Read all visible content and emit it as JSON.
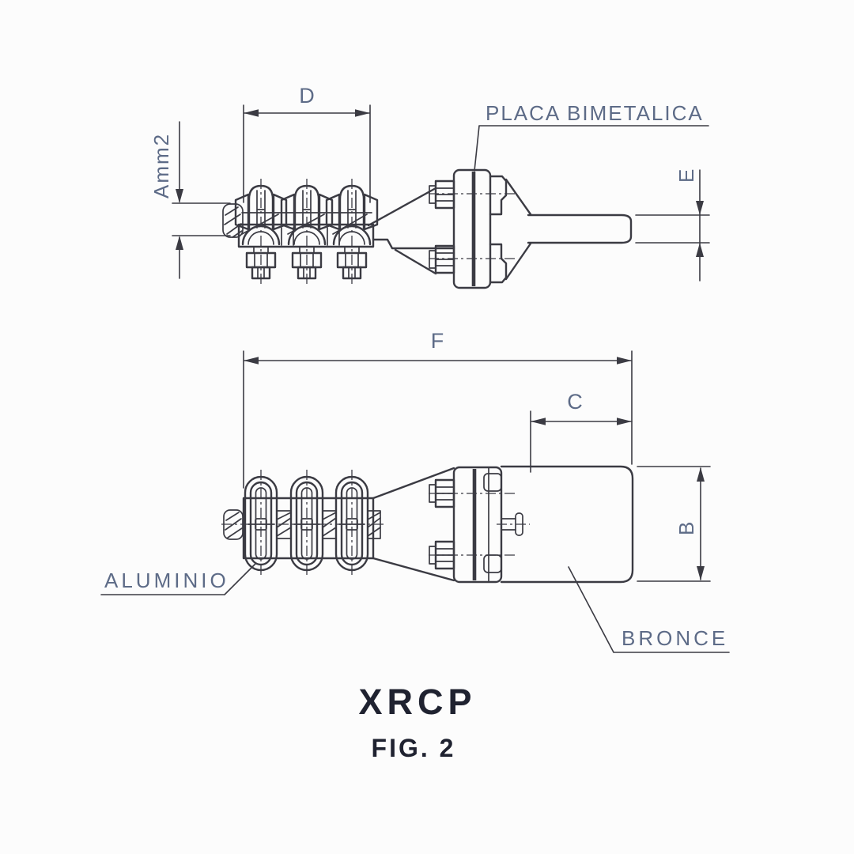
{
  "page": {
    "background": "#fcfcfc"
  },
  "drawing": {
    "title": "XRCP",
    "caption": "FIG. 2",
    "material_labels": {
      "bimetal_plate": "PLACA BIMETALICA",
      "aluminum": "ALUMINIO",
      "bronze": "BRONCE"
    },
    "dimension_labels": {
      "conductor_area": "Amm2",
      "clamp_span": "D",
      "plate_thickness": "E",
      "overall_length": "F",
      "pad_length": "C",
      "pad_width": "B"
    },
    "colors": {
      "line": "#3b3b43",
      "dimension_text": "#5d6b87",
      "title_text": "#1f2230",
      "background": "#fcfcfc"
    }
  }
}
